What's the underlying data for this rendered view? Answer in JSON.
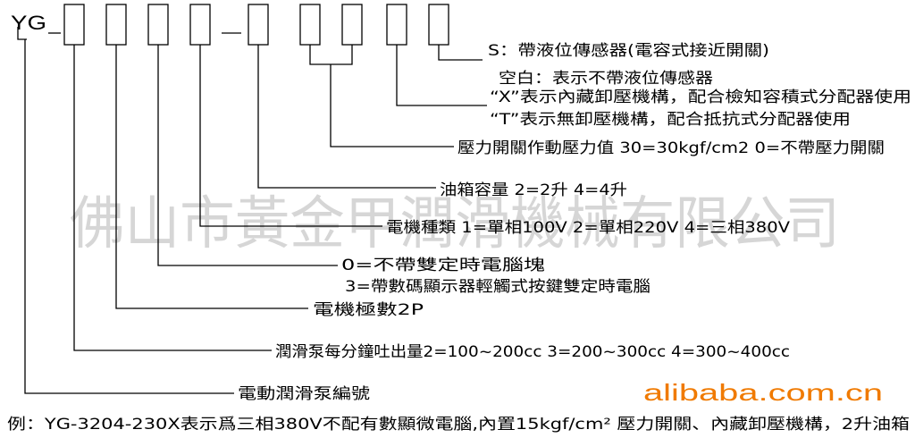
{
  "prefix": "YG",
  "labels": {
    "s_sensor": "S：帶液位傳感器(電容式接近開關)",
    "blank": "空白：表示不帶液位傳感器",
    "x_type": "“X”表示內藏卸壓機構，配合檢知容積式分配器使用",
    "t_type": "“T”表示無卸壓機構，配合抵抗式分配器使用",
    "pressure": "壓力開關作動壓力值 30=30kgf/cm2  0=不帶壓力開關",
    "tank": "油箱容量  2=2升  4=4升",
    "motor_type": "電機種類  1=單相100V  2=單相220V  4=三相380V",
    "timer0": "0=不帶雙定時電腦塊",
    "timer3": "3=帶數碼顯示器輕觸式按鍵雙定時電腦",
    "poles": "電機極數2P",
    "flow": "潤滑泵每分鐘吐出量2=100~200cc 3=200~300cc  4=300~400cc",
    "serial": "電動潤滑泵編號"
  },
  "watermark": "佛山市黃金甲潤滑機械有限公司",
  "alibaba": "alibaba.com.cn",
  "example": "例：YG-3204-230X表示爲三相380V不配有數顯微電腦,內置15kgf/cm² 壓力開關、內藏卸壓機構，2升油箱"
}
